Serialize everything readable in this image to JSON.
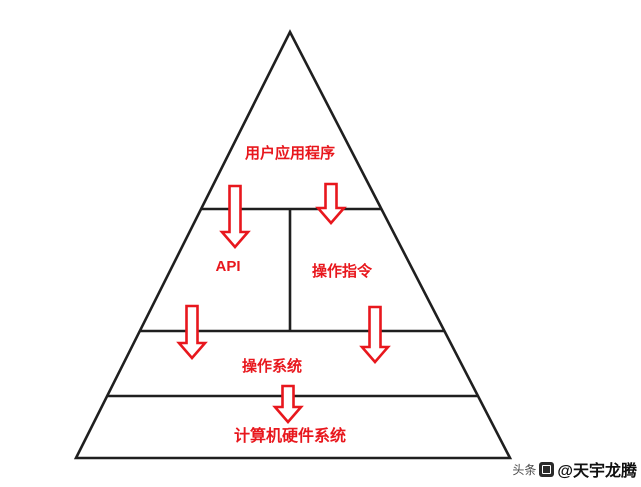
{
  "diagram": {
    "type": "pyramid",
    "layers": [
      {
        "label": "用户应用程序"
      },
      {
        "cells": [
          {
            "label": "API"
          },
          {
            "label": "操作指令"
          }
        ]
      },
      {
        "label": "操作系统"
      },
      {
        "label": "计算机硬件系统"
      }
    ],
    "arrow_count": 5
  },
  "colors": {
    "accent_red": "#e8171d",
    "line_black": "#1f1f1f",
    "background": "#ffffff"
  },
  "watermark": {
    "prefix": "头条",
    "handle": "@天宇龙腾"
  }
}
